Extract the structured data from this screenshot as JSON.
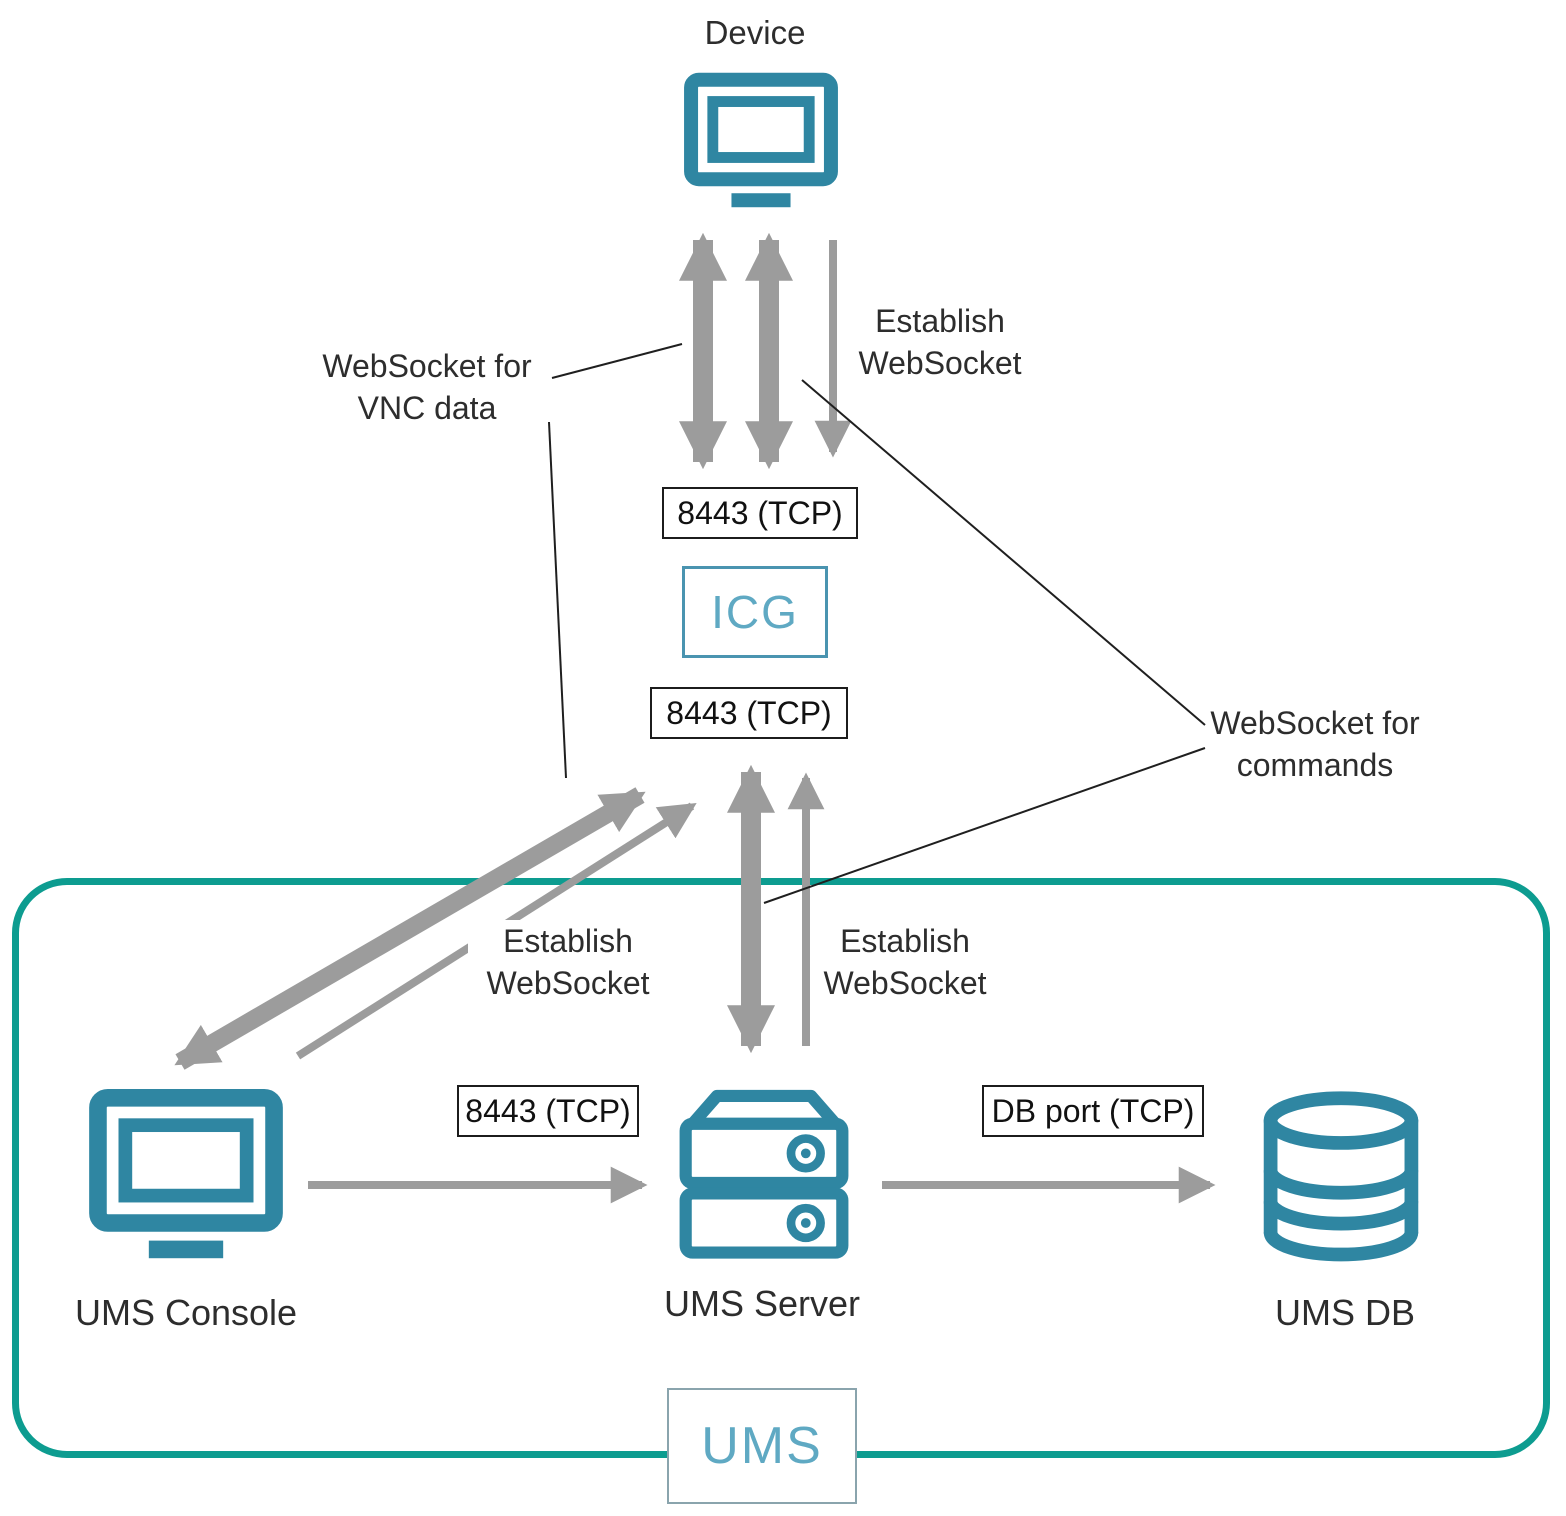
{
  "colors": {
    "icon_teal": "#2f86a2",
    "group_border_teal": "#0d9c90",
    "arrow_gray": "#9c9c9c",
    "light_teal_text": "#5fa9c3",
    "callout_line": "#1f1f1f",
    "text": "#2d2d2d"
  },
  "icons": {
    "device": "monitor-icon",
    "ums_console": "monitor-icon",
    "ums_server": "server-stack-icon",
    "ums_db": "database-icon"
  },
  "nodes": {
    "device": {
      "label": "Device"
    },
    "icg": {
      "label": "ICG"
    },
    "ums_console": {
      "label": "UMS Console"
    },
    "ums_server": {
      "label": "UMS Server"
    },
    "ums_db": {
      "label": "UMS DB"
    },
    "ums_group": {
      "label": "UMS"
    }
  },
  "port_labels": {
    "device_icg": "8443 (TCP)",
    "icg_server": "8443 (TCP)",
    "console_server": "8443 (TCP)",
    "server_db": "DB port (TCP)"
  },
  "annotations": {
    "ws_vnc": "WebSocket for\nVNC data",
    "establish_ws_device": "Establish\nWebSocket",
    "establish_ws_console": "Establish\nWebSocket",
    "establish_ws_server": "Establish\nWebSocket",
    "ws_commands": "WebSocket for\ncommands"
  }
}
